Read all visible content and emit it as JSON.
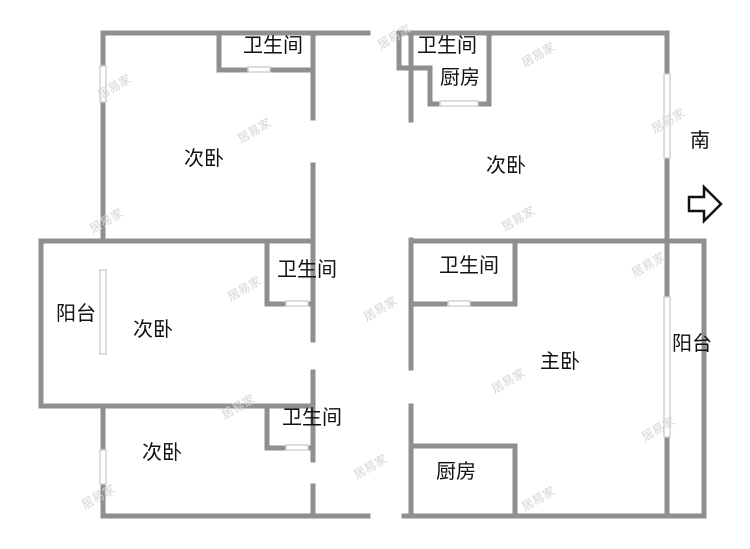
{
  "floorplan": {
    "watermark": "居易家",
    "compass": {
      "label": "南"
    },
    "rooms": {
      "bath_top_left": "卫生间",
      "bath_top_right": "卫生间",
      "kitchen_top": "厨房",
      "bedroom_top_left": "次卧",
      "bedroom_top_right": "次卧",
      "bath_mid_left": "卫生间",
      "bath_mid_right": "卫生间",
      "balcony_left": "阳台",
      "bedroom_mid_left": "次卧",
      "balcony_right": "阳台",
      "master_bedroom": "主卧",
      "bath_lower_left": "卫生间",
      "bedroom_lower_left": "次卧",
      "kitchen_bottom": "厨房"
    },
    "colors": {
      "wall": "#8f8f8f",
      "window": "#d2d2d2",
      "text": "#111111"
    }
  }
}
